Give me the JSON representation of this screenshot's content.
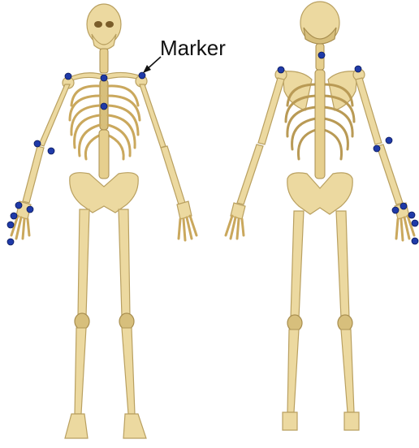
{
  "annotation": {
    "label": "Marker"
  },
  "colors": {
    "bone": "#ecd9a0",
    "bone_outline": "#b9a060",
    "marker": "#1f3aa8",
    "background": "#ffffff"
  },
  "views": [
    {
      "name": "front-view"
    },
    {
      "name": "back-view"
    }
  ]
}
